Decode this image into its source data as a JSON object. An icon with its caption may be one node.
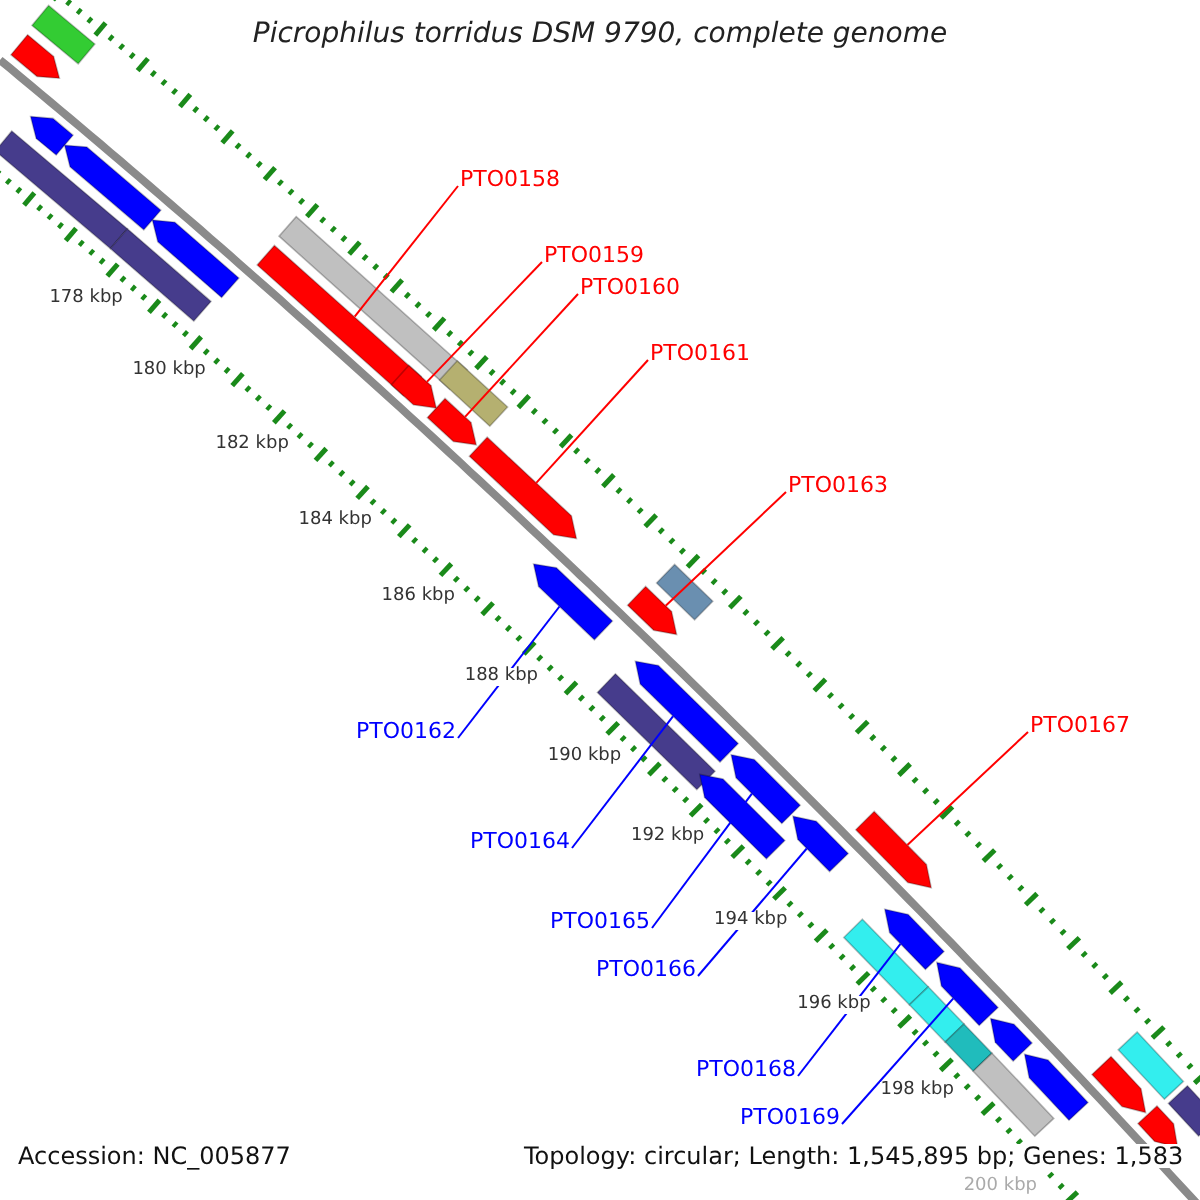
{
  "diagram": {
    "title": "Picrophilus torridus DSM 9790, complete genome",
    "nodes": [
      {
        "text": [
          "PTO0158"
        ]
      },
      {
        "text": [
          "PTO0159"
        ]
      },
      {
        "text": [
          "PTO0160"
        ]
      },
      {
        "text": [
          "PTO0161"
        ]
      },
      {
        "text": [
          "PTO0163"
        ]
      },
      {
        "text": [
          "PTO0167"
        ]
      },
      {
        "text": [
          "PTO0162"
        ]
      },
      {
        "text": [
          "PTO0164"
        ]
      },
      {
        "text": [
          "PTO0165"
        ]
      },
      {
        "text": [
          "PTO0166"
        ]
      },
      {
        "text": [
          "PTO0168"
        ]
      },
      {
        "text": [
          "PTO0169"
        ]
      },
      {
        "text": [],
        "shape": "arrow"
      },
      {
        "text": [],
        "shape": "arrow"
      },
      {
        "text": [],
        "shape": "arrow"
      },
      {
        "text": [],
        "shape": "arrow"
      },
      {
        "text": [],
        "shape": "arrow"
      },
      {
        "text": [],
        "shape": "arrow"
      },
      {
        "text": [],
        "shape": "arrow"
      },
      {
        "text": [],
        "shape": "arrow"
      },
      {
        "text": [],
        "shape": "arrow"
      },
      {
        "text": [],
        "shape": "arrow"
      },
      {
        "text": [],
        "shape": "arrow"
      },
      {
        "text": [],
        "shape": "arrow"
      },
      {
        "text": [],
        "shape": "box"
      },
      {
        "text": [],
        "shape": "box"
      },
      {
        "text": [],
        "shape": "box"
      },
      {
        "text": [],
        "shape": "box"
      },
      {
        "text": [],
        "shape": "box"
      },
      {
        "text": [],
        "shape": "box"
      },
      {
        "text": [],
        "shape": "arrow"
      },
      {
        "text": [],
        "shape": "arrow"
      },
      {
        "text": [],
        "shape": "arrow"
      },
      {
        "text": [],
        "shape": "arrow"
      },
      {
        "text": [],
        "shape": "arrow"
      },
      {
        "text": [],
        "shape": "arrow"
      },
      {
        "text": [],
        "shape": "arrow"
      },
      {
        "text": [],
        "shape": "arrow"
      },
      {
        "text": [],
        "shape": "box"
      },
      {
        "text": [],
        "shape": "box"
      },
      {
        "text": [],
        "shape": "box"
      },
      {
        "text": [],
        "shape": "arrow"
      },
      {
        "text": [],
        "shape": "box"
      },
      {
        "text": [],
        "shape": "box"
      },
      {
        "text": [],
        "shape": "box"
      },
      {
        "text": [],
        "shape": "box"
      }
    ],
    "edges": [
      {
        "from": 0,
        "to": 12,
        "arrow": "none",
        "color": "#ff0000"
      },
      {
        "from": 1,
        "to": 13,
        "arrow": "none",
        "color": "#ff0000"
      },
      {
        "from": 2,
        "to": 14,
        "arrow": "none",
        "color": "#ff0000"
      },
      {
        "from": 3,
        "to": 15,
        "arrow": "none",
        "color": "#ff0000"
      },
      {
        "from": 4,
        "to": 16,
        "arrow": "none",
        "color": "#ff0000"
      },
      {
        "from": 5,
        "to": 17,
        "arrow": "none",
        "color": "#ff0000"
      },
      {
        "from": 6,
        "to": 18,
        "arrow": "none",
        "color": "#0000ff"
      },
      {
        "from": 7,
        "to": 19,
        "arrow": "none",
        "color": "#0000ff"
      },
      {
        "from": 8,
        "to": 20,
        "arrow": "none",
        "color": "#0000ff"
      },
      {
        "from": 9,
        "to": 21,
        "arrow": "none",
        "color": "#0000ff"
      },
      {
        "from": 10,
        "to": 22,
        "arrow": "none",
        "color": "#0000ff"
      },
      {
        "from": 11,
        "to": 23,
        "arrow": "none",
        "color": "#0000ff"
      }
    ],
    "labels": [
      "178 kbp",
      "180 kbp",
      "182 kbp",
      "184 kbp",
      "186 kbp",
      "188 kbp",
      "190 kbp",
      "192 kbp",
      "194 kbp",
      "196 kbp",
      "198 kbp",
      "200 kbp",
      "Accession: NC_005877",
      "Topology: circular; Length: 1,545,895 bp; Genes: 1,583"
    ]
  }
}
